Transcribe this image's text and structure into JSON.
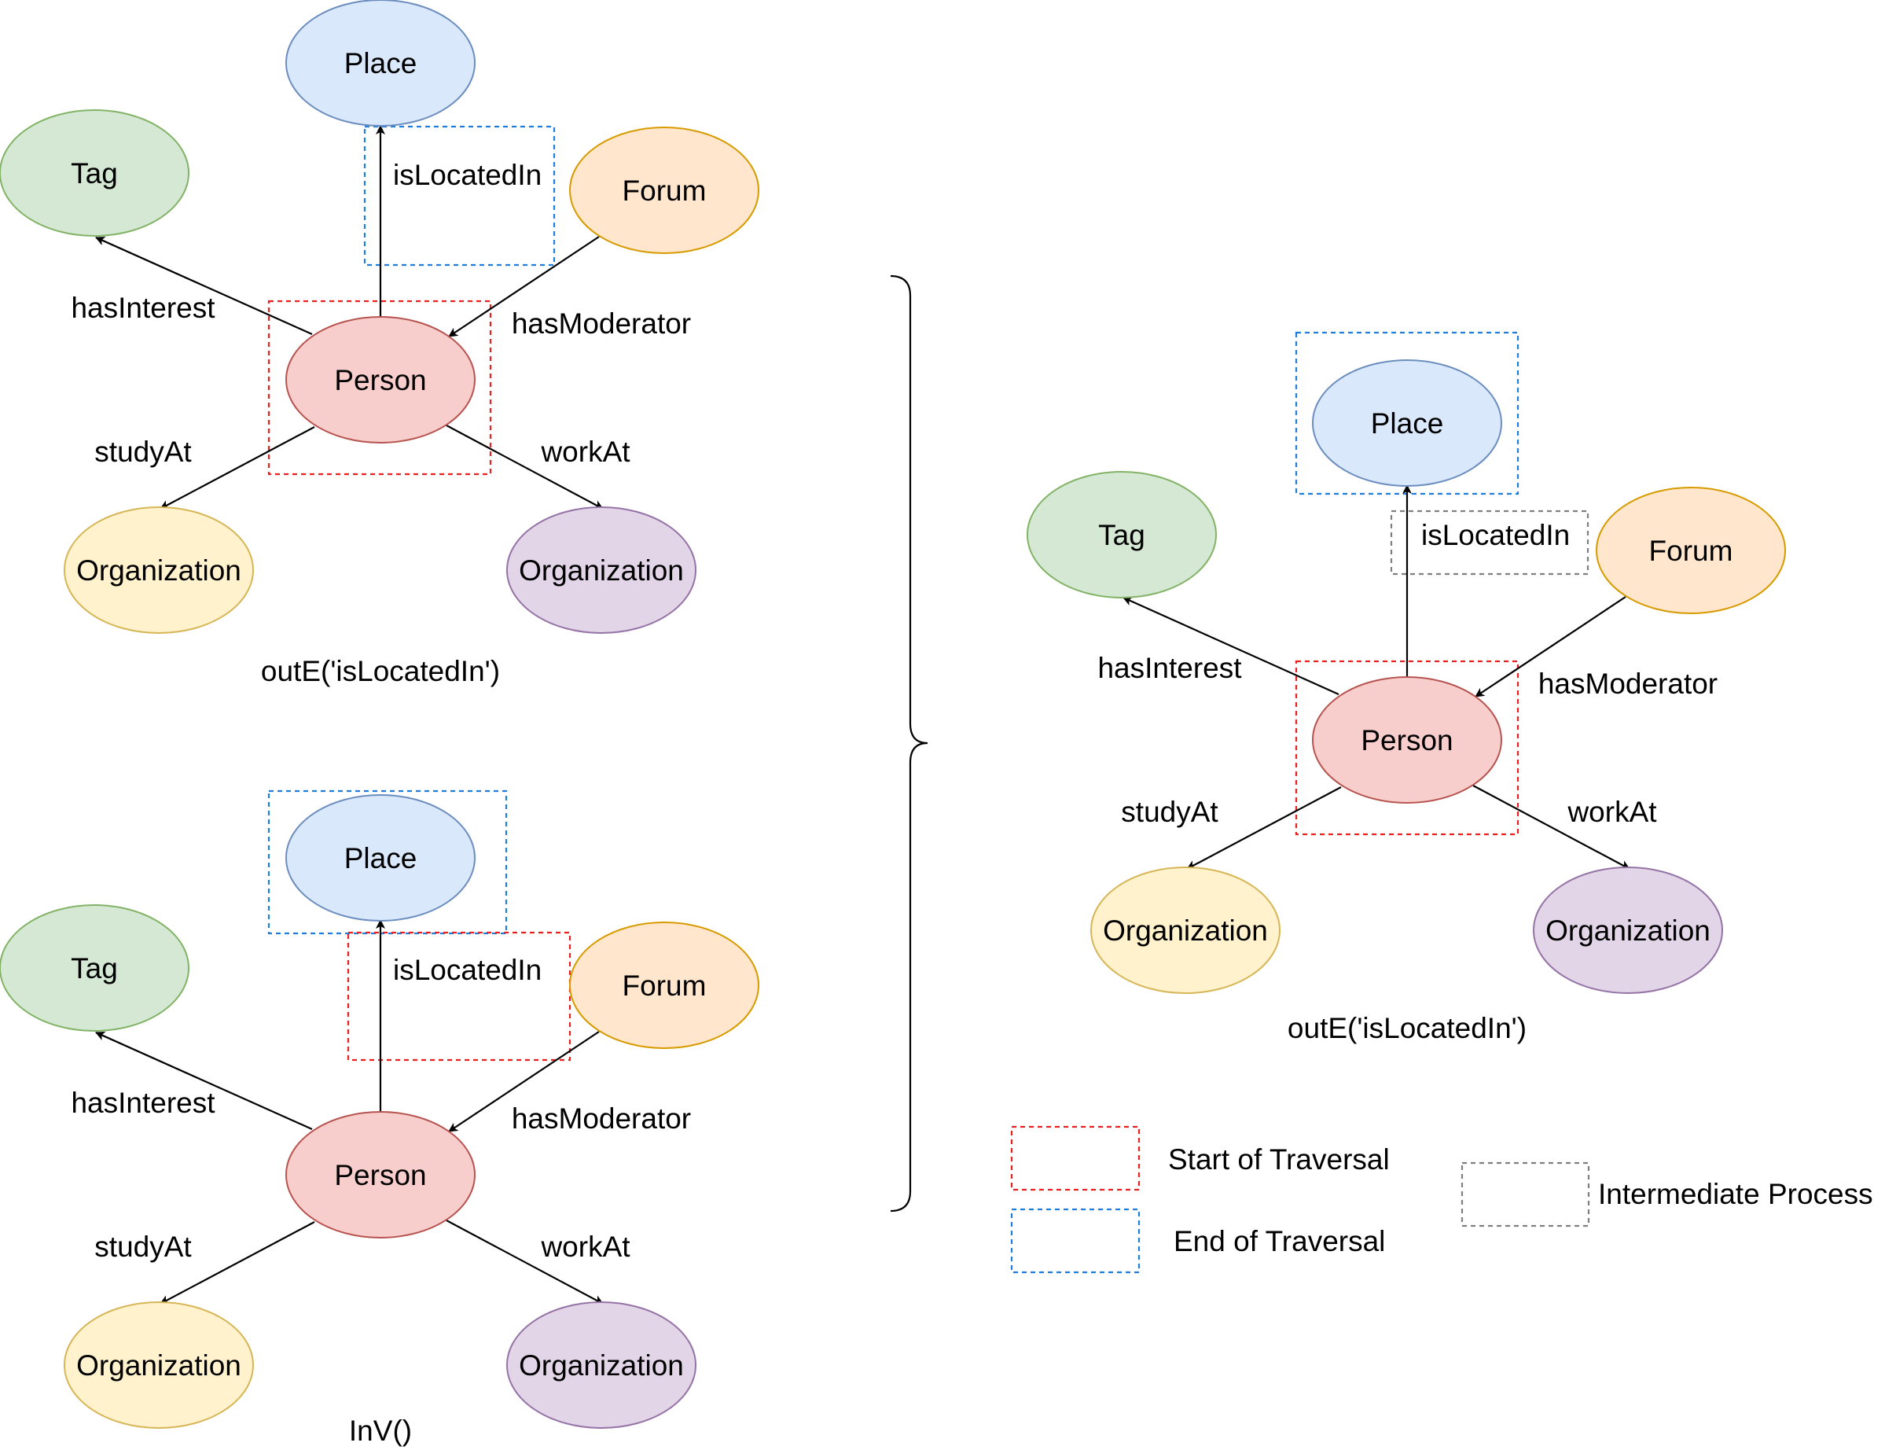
{
  "colors": {
    "place": {
      "fill": "#dae8fc",
      "stroke": "#6c8ebf"
    },
    "tag": {
      "fill": "#d5e8d4",
      "stroke": "#82b366"
    },
    "forum": {
      "fill": "#ffe6cc",
      "stroke": "#d79b00"
    },
    "person": {
      "fill": "#f8cecc",
      "stroke": "#b85450"
    },
    "organization_yellow": {
      "fill": "#fff2cc",
      "stroke": "#d6b656"
    },
    "organization_purple": {
      "fill": "#e1d5e7",
      "stroke": "#9673a6"
    },
    "start_frame": "#e8201f",
    "end_frame": "#1f7ddb",
    "intermediate_frame": "#7f7f7f"
  },
  "graphs": [
    {
      "id": "g1",
      "caption": "outE('isLocatedIn')",
      "nodes": {
        "place": "Place",
        "tag": "Tag",
        "forum": "Forum",
        "person": "Person",
        "org_left": "Organization",
        "org_right": "Organization"
      },
      "edges": {
        "isLocatedIn": "isLocatedIn",
        "hasInterest": "hasInterest",
        "hasModerator": "hasModerator",
        "studyAt": "studyAt",
        "workAt": "workAt"
      }
    },
    {
      "id": "g2",
      "caption": "InV()",
      "nodes": {
        "place": "Place",
        "tag": "Tag",
        "forum": "Forum",
        "person": "Person",
        "org_left": "Organization",
        "org_right": "Organization"
      },
      "edges": {
        "isLocatedIn": "isLocatedIn",
        "hasInterest": "hasInterest",
        "hasModerator": "hasModerator",
        "studyAt": "studyAt",
        "workAt": "workAt"
      }
    },
    {
      "id": "g3",
      "caption": "outE('isLocatedIn')",
      "nodes": {
        "place": "Place",
        "tag": "Tag",
        "forum": "Forum",
        "person": "Person",
        "org_left": "Organization",
        "org_right": "Organization"
      },
      "edges": {
        "isLocatedIn": "isLocatedIn",
        "hasInterest": "hasInterest",
        "hasModerator": "hasModerator",
        "studyAt": "studyAt",
        "workAt": "workAt"
      }
    }
  ],
  "legend": {
    "start": "Start of Traversal",
    "end": "End of Traversal",
    "intermediate": "Intermediate Process"
  }
}
